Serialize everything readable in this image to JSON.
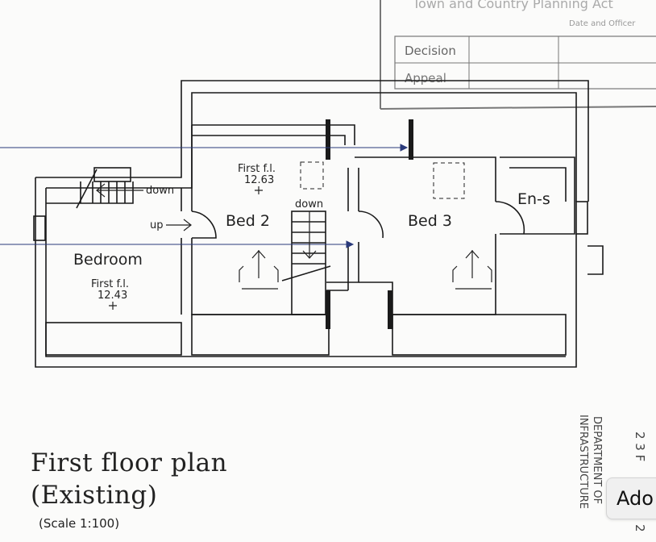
{
  "planning_box": {
    "heading": "Town and Country Planning Act",
    "subheading": "Date and Officer",
    "rows": [
      "Decision",
      "Appeal"
    ]
  },
  "plan": {
    "rooms": {
      "bedroom": "Bedroom",
      "bed2": "Bed 2",
      "bed3": "Bed 3",
      "ensuite": "En-s"
    },
    "levels": {
      "bedroom_label": "First f.l.",
      "bedroom_value": "12.43",
      "bed2_label": "First f.l.",
      "bed2_value": "12.63"
    },
    "stair_labels": {
      "left_down": "down",
      "up": "up",
      "center_down": "down"
    },
    "line_color": "#2a3a7a"
  },
  "title": {
    "line1": "First floor plan",
    "line2": "(Existing)",
    "scale": "(Scale 1:100)"
  },
  "stamp": {
    "line1": "DEPARTMENT OF",
    "line2": "INFRASTRUCTURE",
    "date_fragment_top": "2 3 F",
    "date_fragment_bottom": "2"
  },
  "overlay_button": {
    "label": "Ado"
  }
}
